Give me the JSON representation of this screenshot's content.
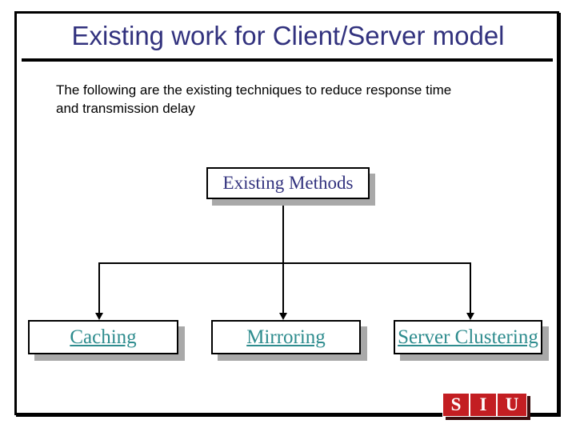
{
  "slide": {
    "title": "Existing work for Client/Server model",
    "body_lines": [
      "The following are the existing techniques to reduce response time",
      "and transmission delay"
    ]
  },
  "diagram": {
    "root": {
      "label": "Existing Methods"
    },
    "children": [
      {
        "label": "Caching"
      },
      {
        "label": "Mirroring"
      },
      {
        "label": "Server Clustering"
      }
    ]
  },
  "logo": {
    "letters": [
      "S",
      "I",
      "U"
    ]
  },
  "colors": {
    "title_navy": "#32327E",
    "node_text_navy": "#32327E",
    "link_teal": "#2E8C8E",
    "logo_red": "#C31E22",
    "shadow_gray": "#A9A9A9",
    "line_black": "#000000"
  }
}
